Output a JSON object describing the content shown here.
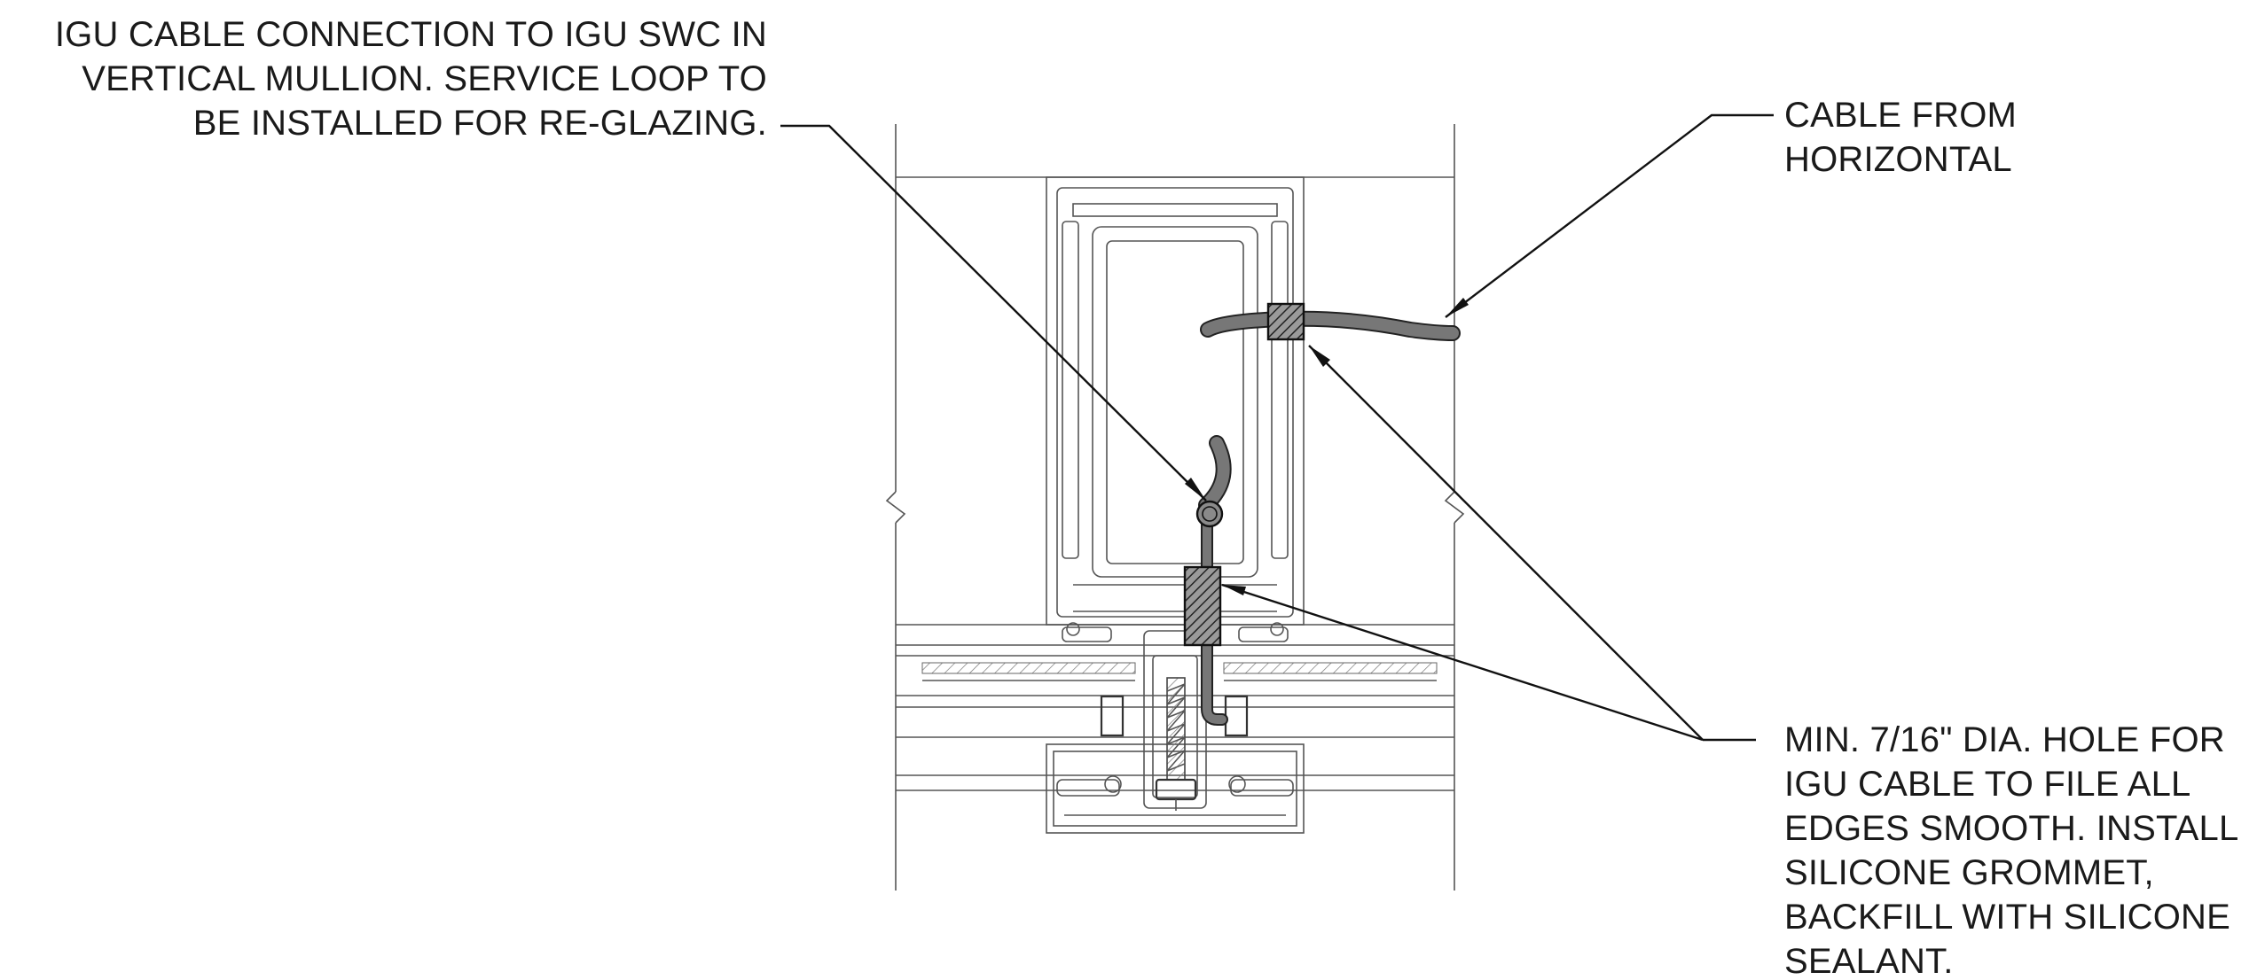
{
  "notes": {
    "top_left": [
      "IGU CABLE CONNECTION TO IGU SWC IN",
      "VERTICAL MULLION.  SERVICE LOOP TO",
      "BE INSTALLED FOR RE-GLAZING."
    ],
    "top_right": [
      "CABLE FROM",
      "HORIZONTAL"
    ],
    "bottom_right": [
      "MIN. 7/16\" DIA. HOLE FOR",
      "IGU CABLE TO FILE ALL",
      "EDGES SMOOTH. INSTALL",
      "SILICONE GROMMET,",
      "BACKFILL WITH SILICONE",
      "SEALANT."
    ]
  },
  "colors": {
    "cable": "#6b6b6b",
    "line": "#444444",
    "text": "#1a1a1a"
  }
}
